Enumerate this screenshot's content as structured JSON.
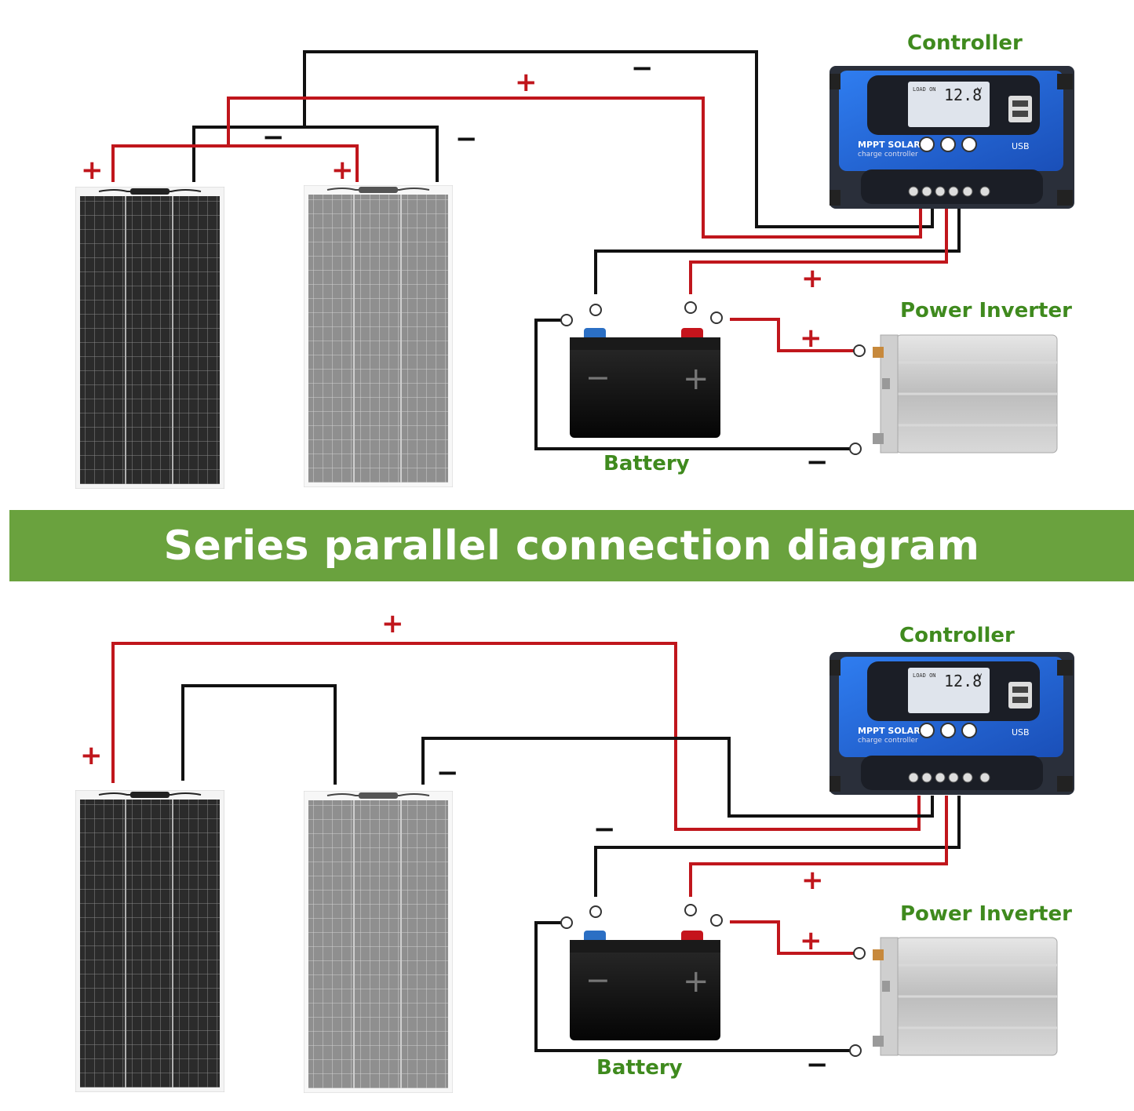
{
  "banner": {
    "title": "Series parallel connection diagram"
  },
  "top": {
    "controller_label": "Controller",
    "inverter_label": "Power Inverter",
    "battery_label": "Battery"
  },
  "bottom": {
    "controller_label": "Controller",
    "inverter_label": "Power Inverter",
    "battery_label": "Battery"
  },
  "controller": {
    "lcd_value": "12.8",
    "lcd_unit": "V",
    "lcd_mode": "LOAD ON",
    "brand_line1": "MPPT SOLAR",
    "brand_line2": "charge controller",
    "usb_label": "USB"
  },
  "signs": {
    "plus": "+",
    "minus": "−"
  },
  "battery_face": {
    "neg": "−",
    "pos": "+"
  },
  "colors": {
    "positive_wire": "#c0161c",
    "negative_wire": "#111111",
    "banner": "#6aa23e",
    "label_green": "#3f8a1e",
    "controller_blue": "#1f5fd6"
  }
}
